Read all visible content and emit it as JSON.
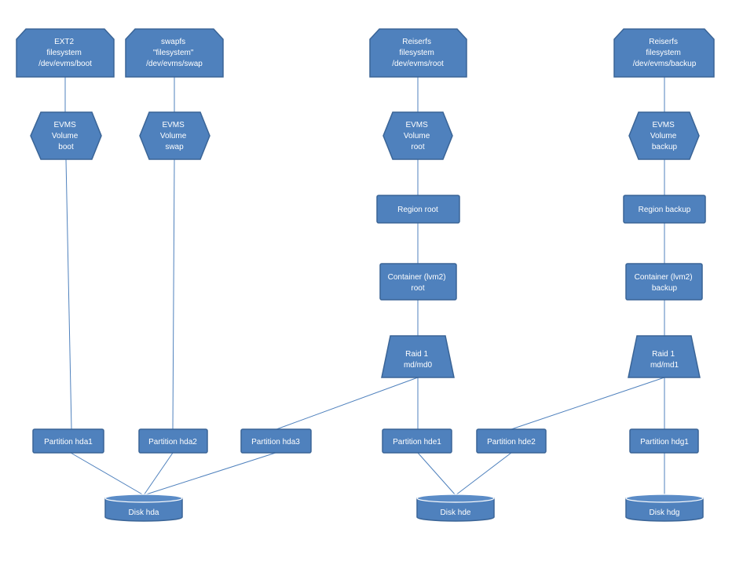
{
  "diagram": {
    "filesystems": {
      "boot": [
        "EXT2",
        "filesystem",
        "/dev/evms/boot"
      ],
      "swap": [
        "swapfs",
        "\"filesystem\"",
        "/dev/evms/swap"
      ],
      "root": [
        "Reiserfs",
        "filesystem",
        "/dev/evms/root"
      ],
      "backup": [
        "Reiserfs",
        "filesystem",
        "/dev/evms/backup"
      ]
    },
    "volumes": {
      "boot": [
        "EVMS",
        "Volume",
        "boot"
      ],
      "swap": [
        "EVMS",
        "Volume",
        "swap"
      ],
      "root": [
        "EVMS",
        "Volume",
        "root"
      ],
      "backup": [
        "EVMS",
        "Volume",
        "backup"
      ]
    },
    "regions": {
      "root": "Region root",
      "backup": "Region backup"
    },
    "containers": {
      "root": [
        "Container (lvm2)",
        "root"
      ],
      "backup": [
        "Container (lvm2)",
        "backup"
      ]
    },
    "raids": {
      "md0": [
        "Raid 1",
        "md/md0"
      ],
      "md1": [
        "Raid 1",
        "md/md1"
      ]
    },
    "partitions": {
      "hda1": "Partition hda1",
      "hda2": "Partition hda2",
      "hda3": "Partition hda3",
      "hde1": "Partition hde1",
      "hde2": "Partition hde2",
      "hdg1": "Partition hdg1"
    },
    "disks": {
      "hda": "Disk hda",
      "hde": "Disk hde",
      "hdg": "Disk hdg"
    },
    "colors": {
      "fill": "#4f81bd",
      "stroke": "#3a6496",
      "line": "#4f81bd",
      "text": "#ffffff"
    }
  }
}
